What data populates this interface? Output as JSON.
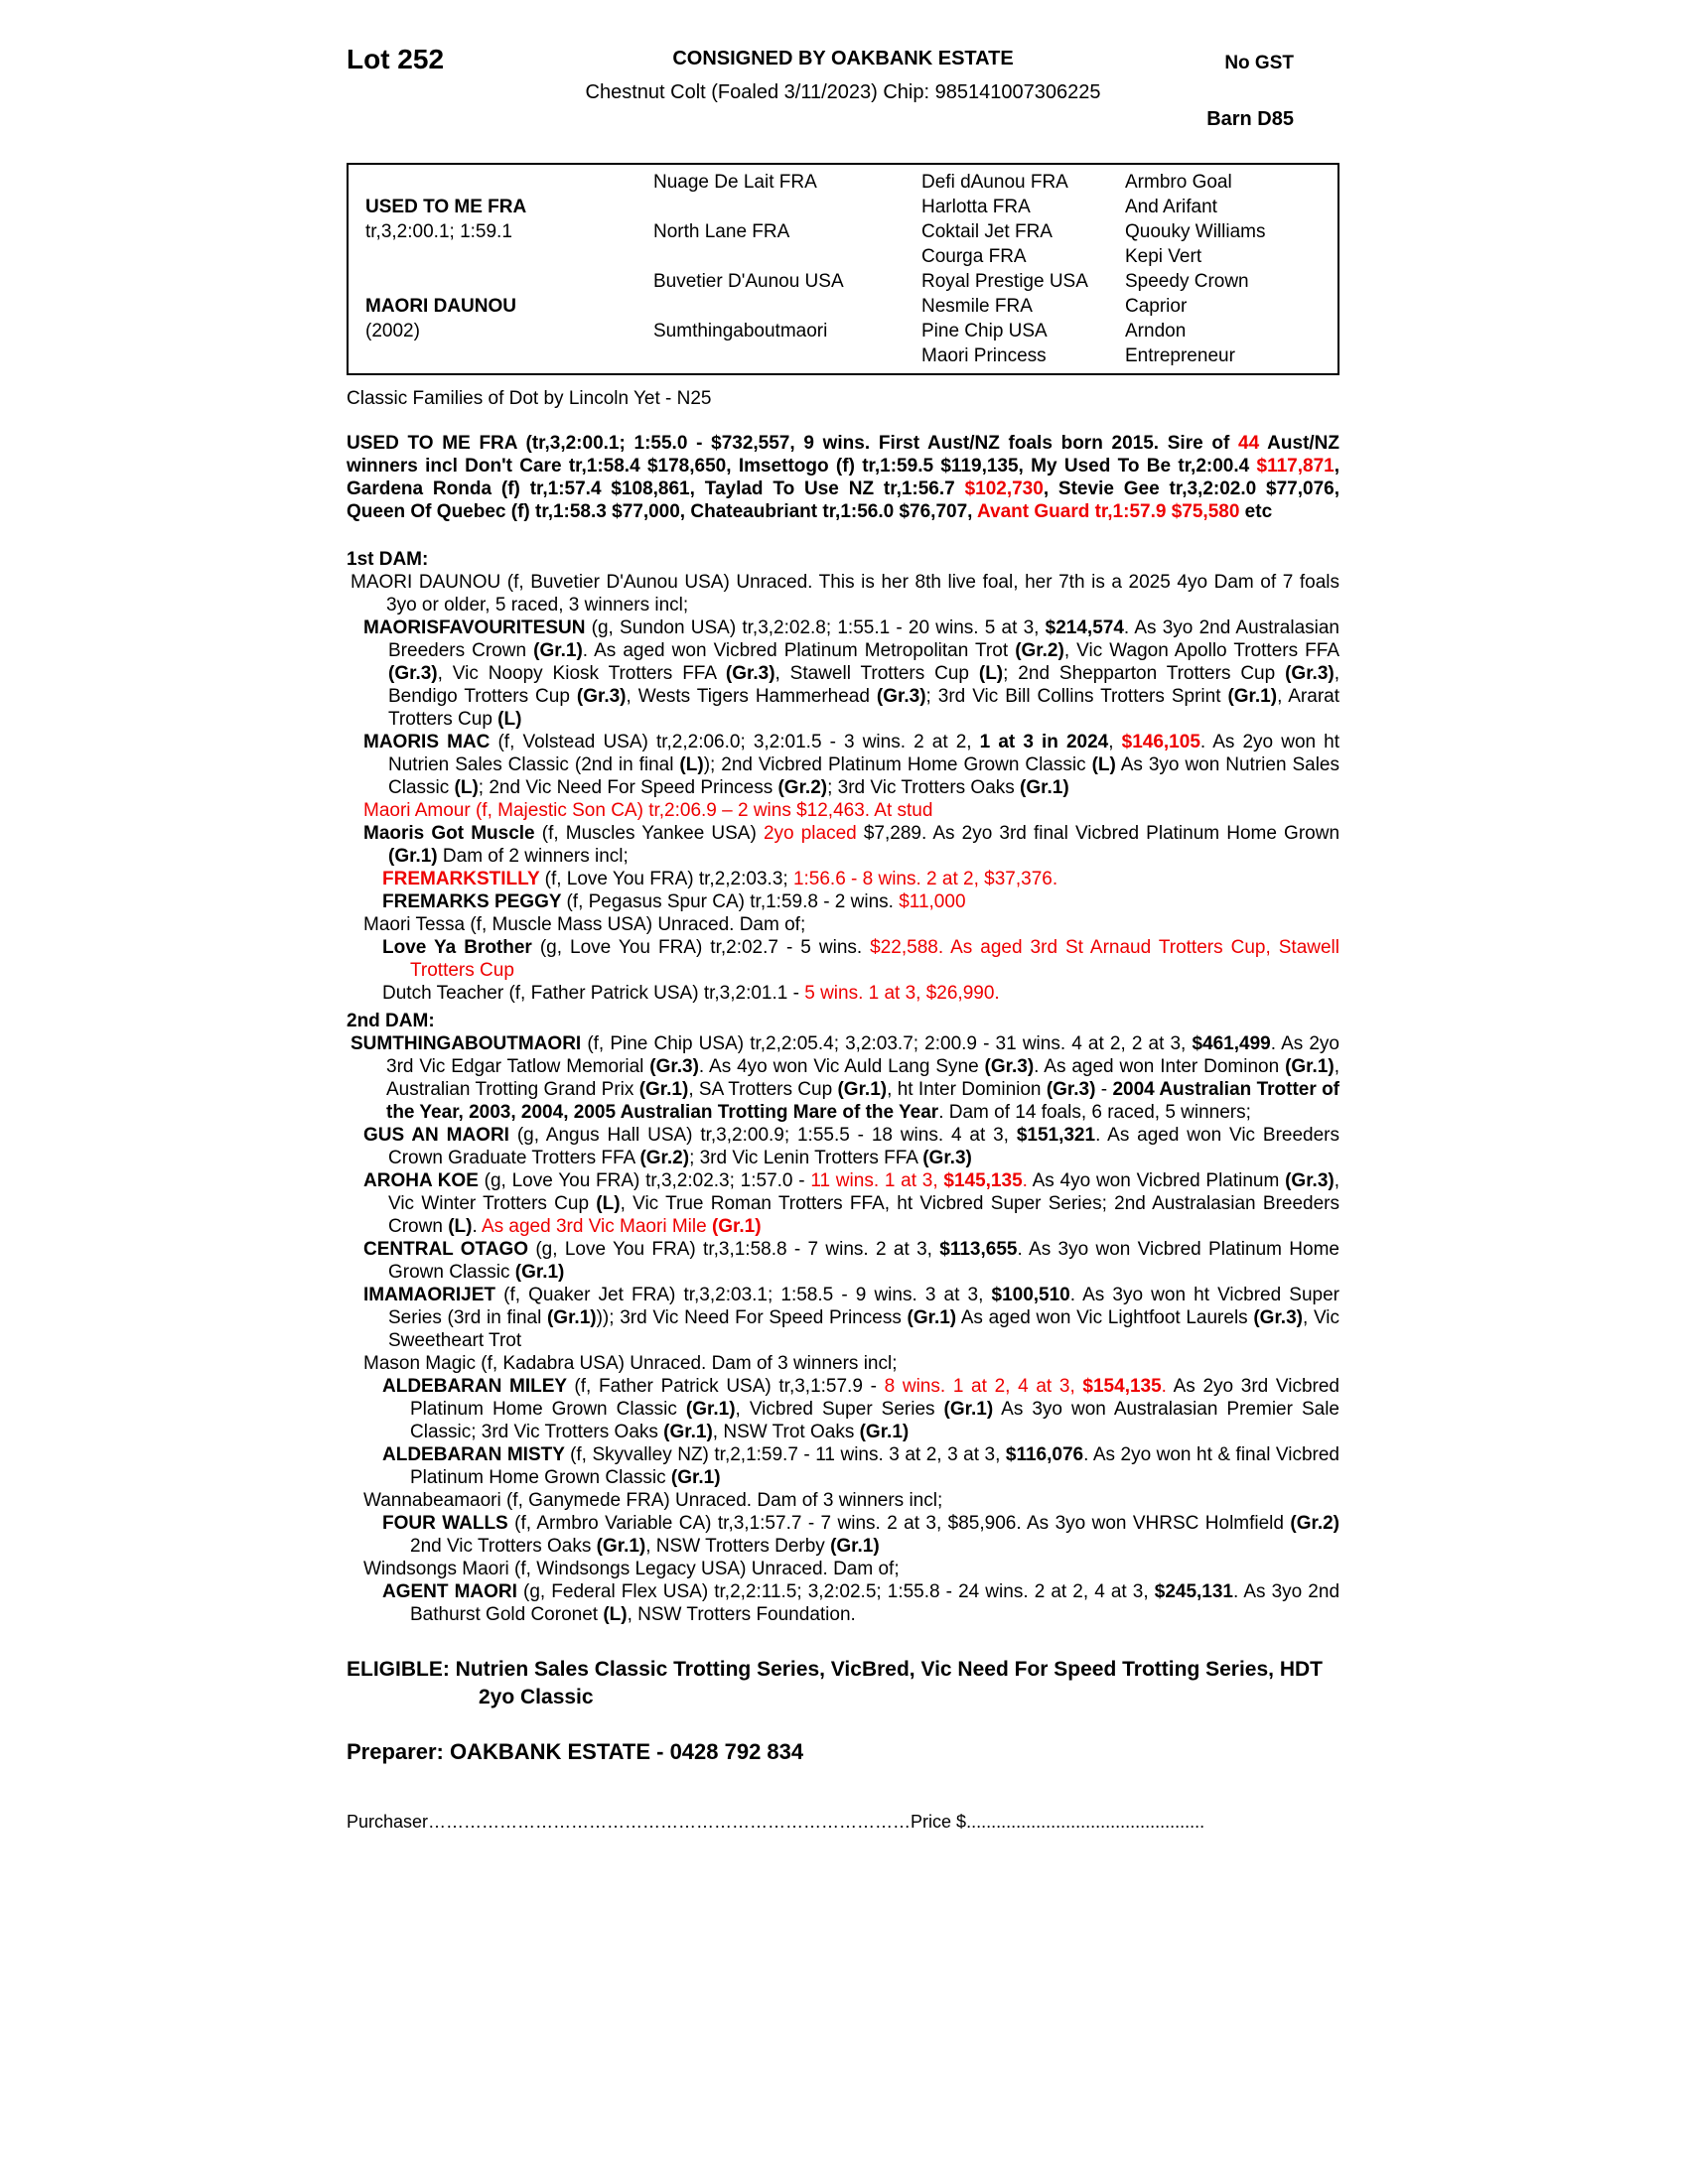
{
  "colors": {
    "red": "#ee0000"
  },
  "header": {
    "lot": "Lot 252",
    "consignor": "CONSIGNED BY OAKBANK ESTATE",
    "gst": "No GST",
    "description": "Chestnut Colt (Foaled 3/11/2023) Chip: 985141007306225",
    "barn": "Barn D85"
  },
  "pedigree": {
    "col1": [
      {
        "text": "USED TO ME FRA",
        "row": 2,
        "bold": true
      },
      {
        "text": "tr,3,2:00.1; 1:59.1",
        "row": 3,
        "bold": false
      },
      {
        "text": "MAORI DAUNOU",
        "row": 6,
        "bold": true
      },
      {
        "text": "(2002)",
        "row": 7,
        "bold": false
      }
    ],
    "col2": [
      {
        "text": "Nuage De Lait FRA",
        "row": 1
      },
      {
        "text": "North Lane FRA",
        "row": 3
      },
      {
        "text": "Buvetier D'Aunou USA",
        "row": 5
      },
      {
        "text": "Sumthingaboutmaori",
        "row": 7
      }
    ],
    "col3": [
      "Defi dAunou FRA",
      "Harlotta FRA",
      "Coktail Jet FRA",
      "Courga FRA",
      "Royal Prestige USA",
      "Nesmile FRA",
      "Pine Chip USA",
      "Maori Princess"
    ],
    "col4": [
      "Armbro Goal",
      "And Arifant",
      "Quouky Williams",
      "Kepi Vert",
      "Speedy Crown",
      "Caprior",
      "Arndon",
      "Entrepreneur"
    ]
  },
  "family_note": "Classic Families of Dot by Lincoln Yet - N25",
  "paragraphs": [
    {
      "name": "sire-summary",
      "cls": "p-flush gap-lg",
      "segments": [
        {
          "t": "USED TO ME FRA (tr,3,2:00.1; 1:55.0 - $732,557, 9 wins. First Aust/NZ foals born 2015. Sire of ",
          "b": true
        },
        {
          "t": "44",
          "b": true,
          "r": true
        },
        {
          "t": " Aust/NZ winners incl Don't Care tr,1:58.4 $178,650, Imsettogo (f) tr,1:59.5 $119,135, My Used To Be tr,2:00.4 ",
          "b": true
        },
        {
          "t": "$117,871",
          "b": true,
          "r": true
        },
        {
          "t": ", Gardena Ronda (f) tr,1:57.4 $108,861, Taylad To Use NZ tr,1:56.7 ",
          "b": true
        },
        {
          "t": "$102,730",
          "b": true,
          "r": true
        },
        {
          "t": ", Stevie Gee tr,3,2:02.0 $77,076, Queen Of Quebec (f) tr,1:58.3 $77,000, Chateaubriant tr,1:56.0 $76,707, ",
          "b": true
        },
        {
          "t": "Avant Guard tr,1:57.9 $75,580",
          "b": true,
          "r": true
        },
        {
          "t": " etc",
          "b": true
        }
      ]
    },
    {
      "name": "first-dam-heading",
      "cls": "p-flush gap-md",
      "segments": [
        {
          "t": "1st DAM:",
          "b": true
        }
      ]
    },
    {
      "name": "dam-maori-daunou",
      "cls": "p-dam",
      "segments": [
        {
          "t": "MAORI DAUNOU (f, Buvetier D'Aunou USA) Unraced. This is her 8th live foal, her 7th is a 2025 4yo Dam of 7 foals 3yo or older, 5 raced, 3 winners incl;"
        }
      ]
    },
    {
      "name": "progeny-maorisfavouritesun",
      "cls": "p-prog",
      "segments": [
        {
          "t": "MAORISFAVOURITESUN ",
          "b": true
        },
        {
          "t": "(g, Sundon USA) tr,3,2:02.8; 1:55.1 - 20 wins. 5 at 3, "
        },
        {
          "t": "$214,574",
          "b": true
        },
        {
          "t": ". As 3yo 2nd Australasian Breeders Crown "
        },
        {
          "t": "(Gr.1)",
          "b": true
        },
        {
          "t": ". As aged won Vicbred Platinum Metropolitan Trot "
        },
        {
          "t": "(Gr.2)",
          "b": true
        },
        {
          "t": ", Vic Wagon Apollo Trotters FFA "
        },
        {
          "t": "(Gr.3)",
          "b": true
        },
        {
          "t": ", Vic Noopy Kiosk Trotters FFA "
        },
        {
          "t": "(Gr.3)",
          "b": true
        },
        {
          "t": ", Stawell Trotters Cup "
        },
        {
          "t": "(L)",
          "b": true
        },
        {
          "t": "; 2nd Shepparton Trotters Cup "
        },
        {
          "t": "(Gr.3)",
          "b": true
        },
        {
          "t": ", Bendigo Trotters Cup "
        },
        {
          "t": "(Gr.3)",
          "b": true
        },
        {
          "t": ", Wests Tigers Hammerhead "
        },
        {
          "t": "(Gr.3)",
          "b": true
        },
        {
          "t": "; 3rd Vic Bill Collins Trotters Sprint "
        },
        {
          "t": "(Gr.1)",
          "b": true
        },
        {
          "t": ", Ararat Trotters Cup "
        },
        {
          "t": "(L)",
          "b": true
        }
      ]
    },
    {
      "name": "progeny-maoris-mac",
      "cls": "p-prog",
      "segments": [
        {
          "t": "MAORIS MAC ",
          "b": true
        },
        {
          "t": "(f, Volstead USA) tr,2,2:06.0; 3,2:01.5 - 3 wins. 2 at 2, "
        },
        {
          "t": "1 at 3 in 2024",
          "b": true
        },
        {
          "t": ", "
        },
        {
          "t": "$146,105",
          "b": true,
          "r": true
        },
        {
          "t": ". As 2yo won ht Nutrien Sales Classic (2nd in final "
        },
        {
          "t": "(L)",
          "b": true
        },
        {
          "t": "); 2nd Vicbred Platinum Home Grown Classic "
        },
        {
          "t": "(L)",
          "b": true
        },
        {
          "t": " As 3yo won Nutrien Sales Classic "
        },
        {
          "t": "(L)",
          "b": true
        },
        {
          "t": "; 2nd Vic Need For Speed Princess "
        },
        {
          "t": "(Gr.2)",
          "b": true
        },
        {
          "t": "; 3rd Vic Trotters Oaks "
        },
        {
          "t": "(Gr.1)",
          "b": true
        }
      ]
    },
    {
      "name": "progeny-maori-amour",
      "cls": "p-prog",
      "segments": [
        {
          "t": "Maori Amour (f, Majestic Son CA) tr,2:06.9 – 2 wins $12,463. At stud",
          "r": true
        }
      ]
    },
    {
      "name": "progeny-maoris-got-muscle",
      "cls": "p-prog",
      "segments": [
        {
          "t": "Maoris Got Muscle ",
          "b": true
        },
        {
          "t": "(f, Muscles Yankee USA) "
        },
        {
          "t": "2yo placed",
          "r": true
        },
        {
          "t": " $7,289. As 2yo 3rd final Vicbred Platinum Home Grown "
        },
        {
          "t": "(Gr.1)",
          "b": true
        },
        {
          "t": " Dam of 2 winners incl;"
        }
      ]
    },
    {
      "name": "progeny-fremarkstilly",
      "cls": "p-prog2",
      "segments": [
        {
          "t": "FREMARKSTILLY ",
          "b": true,
          "r": true
        },
        {
          "t": "(f, Love You FRA) tr,2,2:03.3; "
        },
        {
          "t": "1:56.6 - 8 wins. 2 at 2, $37,376.",
          "r": true
        }
      ]
    },
    {
      "name": "progeny-fremarks-peggy",
      "cls": "p-prog2",
      "segments": [
        {
          "t": "FREMARKS PEGGY ",
          "b": true
        },
        {
          "t": "(f, Pegasus Spur CA) tr,1:59.8 - 2 wins. "
        },
        {
          "t": "$11,000",
          "r": true
        }
      ]
    },
    {
      "name": "progeny-maori-tessa",
      "cls": "p-prog",
      "segments": [
        {
          "t": "Maori Tessa (f, Muscle Mass USA) Unraced. Dam of;"
        }
      ]
    },
    {
      "name": "progeny-love-ya-brother",
      "cls": "p-prog2",
      "segments": [
        {
          "t": "Love Ya Brother ",
          "b": true
        },
        {
          "t": "(g, Love You FRA) tr,2:02.7 - 5 wins. "
        },
        {
          "t": "$22,588. As aged 3rd St Arnaud Trotters Cup, Stawell Trotters Cup",
          "r": true
        }
      ]
    },
    {
      "name": "progeny-dutch-teacher",
      "cls": "p-prog2",
      "segments": [
        {
          "t": "Dutch Teacher (f, Father Patrick USA) tr,3,2:01.1 - "
        },
        {
          "t": "5 wins. 1 at 3, $26,990.",
          "r": true
        }
      ]
    },
    {
      "name": "second-dam-heading",
      "cls": "p-flush gap-sm",
      "segments": [
        {
          "t": "2nd DAM:",
          "b": true
        }
      ]
    },
    {
      "name": "dam-sumthingaboutmaori",
      "cls": "p-dam",
      "segments": [
        {
          "t": "SUMTHINGABOUTMAORI ",
          "b": true
        },
        {
          "t": "(f, Pine Chip USA) tr,2,2:05.4; 3,2:03.7; 2:00.9 - 31 wins. 4 at 2, 2 at 3, "
        },
        {
          "t": "$461,499",
          "b": true
        },
        {
          "t": ". As 2yo 3rd Vic Edgar Tatlow Memorial "
        },
        {
          "t": "(Gr.3)",
          "b": true
        },
        {
          "t": ". As 4yo won Vic Auld Lang Syne "
        },
        {
          "t": "(Gr.3)",
          "b": true
        },
        {
          "t": ". As aged won Inter Dominon "
        },
        {
          "t": "(Gr.1)",
          "b": true
        },
        {
          "t": ", Australian Trotting Grand Prix "
        },
        {
          "t": "(Gr.1)",
          "b": true
        },
        {
          "t": ", SA Trotters Cup "
        },
        {
          "t": "(Gr.1)",
          "b": true
        },
        {
          "t": ", ht Inter Dominion "
        },
        {
          "t": "(Gr.3)",
          "b": true
        },
        {
          "t": " - "
        },
        {
          "t": "2004 Australian Trotter of the Year, 2003, 2004, 2005 Australian Trotting Mare of the Year",
          "b": true
        },
        {
          "t": ". Dam of 14 foals, 6 raced, 5 winners;"
        }
      ]
    },
    {
      "name": "progeny-gus-an-maori",
      "cls": "p-prog",
      "segments": [
        {
          "t": "GUS AN MAORI ",
          "b": true
        },
        {
          "t": "(g, Angus Hall USA) tr,3,2:00.9; 1:55.5 - 18 wins. 4 at 3, "
        },
        {
          "t": "$151,321",
          "b": true
        },
        {
          "t": ". As aged won Vic Breeders Crown Graduate Trotters FFA "
        },
        {
          "t": "(Gr.2)",
          "b": true
        },
        {
          "t": "; 3rd Vic Lenin Trotters FFA "
        },
        {
          "t": "(Gr.3)",
          "b": true
        }
      ]
    },
    {
      "name": "progeny-aroha-koe",
      "cls": "p-prog",
      "segments": [
        {
          "t": "AROHA KOE ",
          "b": true
        },
        {
          "t": "(g, Love You FRA) tr,3,2:02.3; 1:57.0 - "
        },
        {
          "t": "11 wins. 1 at 3, ",
          "r": true
        },
        {
          "t": "$145,135",
          "b": true,
          "r": true
        },
        {
          "t": ".",
          "r": true
        },
        {
          "t": " As 4yo won Vicbred Platinum "
        },
        {
          "t": "(Gr.3)",
          "b": true
        },
        {
          "t": ", Vic Winter Trotters Cup "
        },
        {
          "t": "(L)",
          "b": true
        },
        {
          "t": ", Vic True Roman Trotters FFA, ht Vicbred Super Series; 2nd Australasian Breeders Crown "
        },
        {
          "t": "(L)",
          "b": true
        },
        {
          "t": ". "
        },
        {
          "t": "As aged 3rd Vic Maori Mile ",
          "r": true
        },
        {
          "t": "(Gr.1)",
          "b": true,
          "r": true
        }
      ]
    },
    {
      "name": "progeny-central-otago",
      "cls": "p-prog",
      "segments": [
        {
          "t": "CENTRAL OTAGO ",
          "b": true
        },
        {
          "t": "(g, Love You FRA) tr,3,1:58.8 - 7 wins. 2 at 3, "
        },
        {
          "t": "$113,655",
          "b": true
        },
        {
          "t": ". As 3yo won Vicbred Platinum Home Grown Classic "
        },
        {
          "t": "(Gr.1)",
          "b": true
        }
      ]
    },
    {
      "name": "progeny-imamaorijet",
      "cls": "p-prog",
      "segments": [
        {
          "t": "IMAMAORIJET ",
          "b": true
        },
        {
          "t": "(f, Quaker Jet FRA) tr,3,2:03.1; 1:58.5 - 9 wins. 3 at 3, "
        },
        {
          "t": "$100,510",
          "b": true
        },
        {
          "t": ". As 3yo won ht Vicbred Super Series (3rd in final "
        },
        {
          "t": "(Gr.1)",
          "b": true
        },
        {
          "t": ")); 3rd Vic Need For Speed Princess "
        },
        {
          "t": "(Gr.1)",
          "b": true
        },
        {
          "t": " As aged won Vic Lightfoot Laurels "
        },
        {
          "t": "(Gr.3)",
          "b": true
        },
        {
          "t": ", Vic Sweetheart Trot"
        }
      ]
    },
    {
      "name": "progeny-mason-magic",
      "cls": "p-prog",
      "segments": [
        {
          "t": "Mason Magic (f, Kadabra USA) Unraced. Dam of 3 winners incl;"
        }
      ]
    },
    {
      "name": "progeny-aldebaran-miley",
      "cls": "p-prog2",
      "segments": [
        {
          "t": "ALDEBARAN MILEY ",
          "b": true
        },
        {
          "t": "(f, Father Patrick USA) tr,3,1:57.9 - "
        },
        {
          "t": "8 wins. 1 at 2, 4 at 3, ",
          "r": true
        },
        {
          "t": "$154,135",
          "b": true,
          "r": true
        },
        {
          "t": ".",
          "r": true
        },
        {
          "t": " As 2yo 3rd Vicbred Platinum Home Grown Classic "
        },
        {
          "t": "(Gr.1)",
          "b": true
        },
        {
          "t": ", Vicbred Super Series "
        },
        {
          "t": "(Gr.1)",
          "b": true
        },
        {
          "t": " As 3yo won Australasian Premier Sale Classic; 3rd Vic Trotters Oaks "
        },
        {
          "t": "(Gr.1)",
          "b": true
        },
        {
          "t": ", NSW Trot Oaks "
        },
        {
          "t": "(Gr.1)",
          "b": true
        }
      ]
    },
    {
      "name": "progeny-aldebaran-misty",
      "cls": "p-prog2",
      "segments": [
        {
          "t": "ALDEBARAN MISTY ",
          "b": true
        },
        {
          "t": "(f, Skyvalley NZ) tr,2,1:59.7 - 11 wins. 3 at 2, 3 at 3, "
        },
        {
          "t": "$116,076",
          "b": true
        },
        {
          "t": ". As 2yo won ht & final Vicbred Platinum Home Grown Classic "
        },
        {
          "t": "(Gr.1)",
          "b": true
        }
      ]
    },
    {
      "name": "progeny-wannabeamaori",
      "cls": "p-prog",
      "segments": [
        {
          "t": "Wannabeamaori (f, Ganymede FRA) Unraced. Dam of 3 winners incl;"
        }
      ]
    },
    {
      "name": "progeny-four-walls",
      "cls": "p-prog2",
      "segments": [
        {
          "t": "FOUR WALLS ",
          "b": true
        },
        {
          "t": "(f, Armbro Variable CA) tr,3,1:57.7 - 7 wins. 2 at 3, $85,906. As 3yo won VHRSC Holmfield "
        },
        {
          "t": "(Gr.2)",
          "b": true
        },
        {
          "t": " 2nd Vic Trotters Oaks "
        },
        {
          "t": "(Gr.1)",
          "b": true
        },
        {
          "t": ", NSW Trotters Derby "
        },
        {
          "t": "(Gr.1)",
          "b": true
        }
      ]
    },
    {
      "name": "progeny-windsongs-maori",
      "cls": "p-prog",
      "segments": [
        {
          "t": "Windsongs Maori (f, Windsongs Legacy USA) Unraced. Dam of;"
        }
      ]
    },
    {
      "name": "progeny-agent-maori",
      "cls": "p-prog2",
      "segments": [
        {
          "t": "AGENT MAORI ",
          "b": true
        },
        {
          "t": "(g, Federal Flex USA) tr,2,2:11.5; 3,2:02.5; 1:55.8 - 24 wins. 2 at 2, 4 at 3, "
        },
        {
          "t": "$245,131",
          "b": true
        },
        {
          "t": ". As 3yo 2nd Bathurst Gold Coronet "
        },
        {
          "t": "(L)",
          "b": true
        },
        {
          "t": ", NSW Trotters Foundation."
        }
      ]
    }
  ],
  "footer": {
    "eligible": {
      "name": "eligibility-note",
      "cls": "p-eligible",
      "segments": [
        {
          "t": "ELIGIBLE: Nutrien Sales Classic Trotting Series, VicBred, Vic Need For Speed Trotting Series, HDT 2yo Classic",
          "b": true
        }
      ]
    },
    "preparer": {
      "name": "preparer-note",
      "cls": "p-preparer",
      "segments": [
        {
          "t": "Preparer: OAKBANK ESTATE - 0428 792 834",
          "b": true
        }
      ]
    },
    "purchaser": {
      "name": "purchaser-line",
      "cls": "p-purchaser",
      "segments": [
        {
          "t": "Purchaser"
        },
        {
          "t": "………………………………………………………………………"
        },
        {
          "t": "Price $"
        },
        {
          "t": "................................................"
        }
      ]
    }
  }
}
